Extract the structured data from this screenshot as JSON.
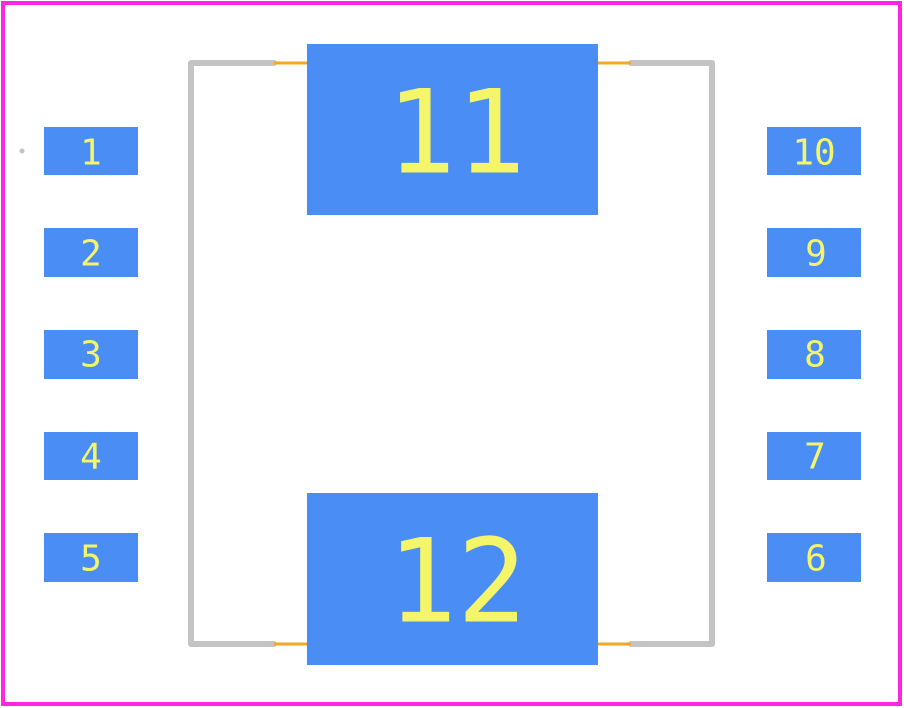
{
  "colors": {
    "courtyard": "#ff26e2",
    "silkscreen": "#c4c4c4",
    "pad": "#4a8ef5",
    "pad_text": "#f5f56a",
    "lead": "#f5a623",
    "background": "#ffffff"
  },
  "pads": {
    "p1": "1",
    "p2": "2",
    "p3": "3",
    "p4": "4",
    "p5": "5",
    "p6": "6",
    "p7": "7",
    "p8": "8",
    "p9": "9",
    "p10": "10",
    "p11": "11",
    "p12": "12"
  }
}
